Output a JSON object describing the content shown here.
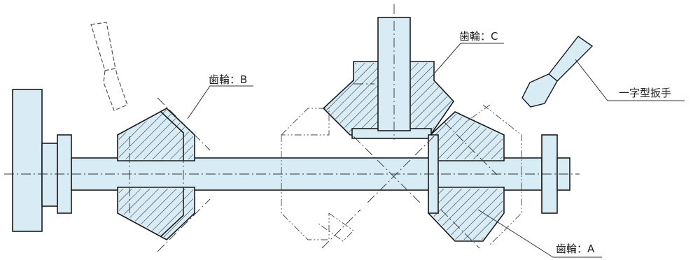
{
  "labels": {
    "gear_a": "歯輪：A",
    "gear_b": "歯輪：B",
    "gear_c": "歯輪：C",
    "wrench": "一字型扳手"
  },
  "colors": {
    "part_fill": "#d7ecf5",
    "outline": "#1a1a1a"
  }
}
